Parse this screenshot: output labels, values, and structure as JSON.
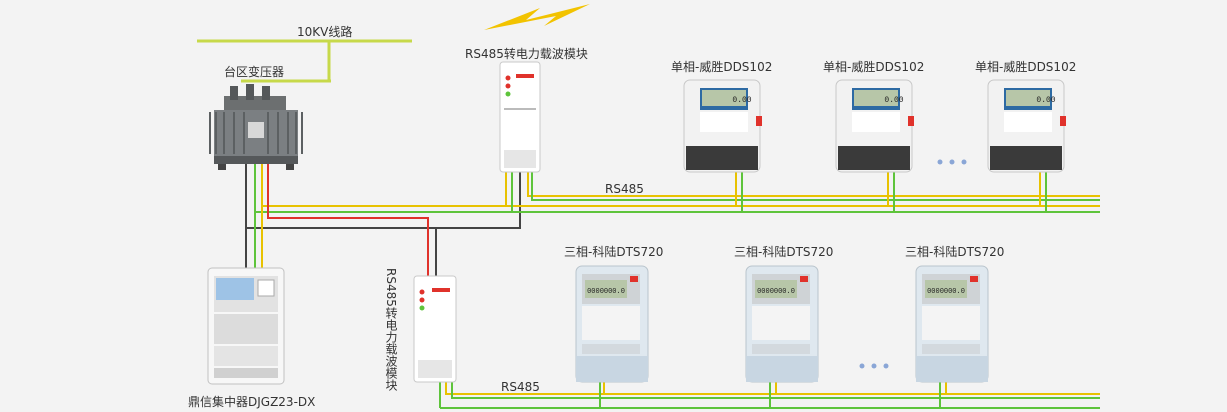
{
  "labels": {
    "line_10kv": "10KV线路",
    "transformer": "台区变压器",
    "rs485_module_top": "RS485转电力载波模块",
    "rs485_module_left": "RS485转电力载波模块",
    "concentrator": "鼎信集中器DJGZ23-DX",
    "rs485_top": "RS485",
    "rs485_bottom": "RS485",
    "single_meters": [
      "单相-威胜DDS102",
      "单相-威胜DDS102",
      "单相-威胜DDS102"
    ],
    "three_meters": [
      "三相-科陆DTS720",
      "三相-科陆DTS720",
      "三相-科陆DTS720"
    ]
  },
  "meter_displays": {
    "single": "0.00",
    "three": "0000000.0"
  },
  "colors": {
    "yellow": "#e8c200",
    "green": "#5ec43b",
    "red": "#e0322b",
    "dark": "#444444",
    "hv_line": "#c7d94a",
    "lightning": "#f2c300"
  }
}
